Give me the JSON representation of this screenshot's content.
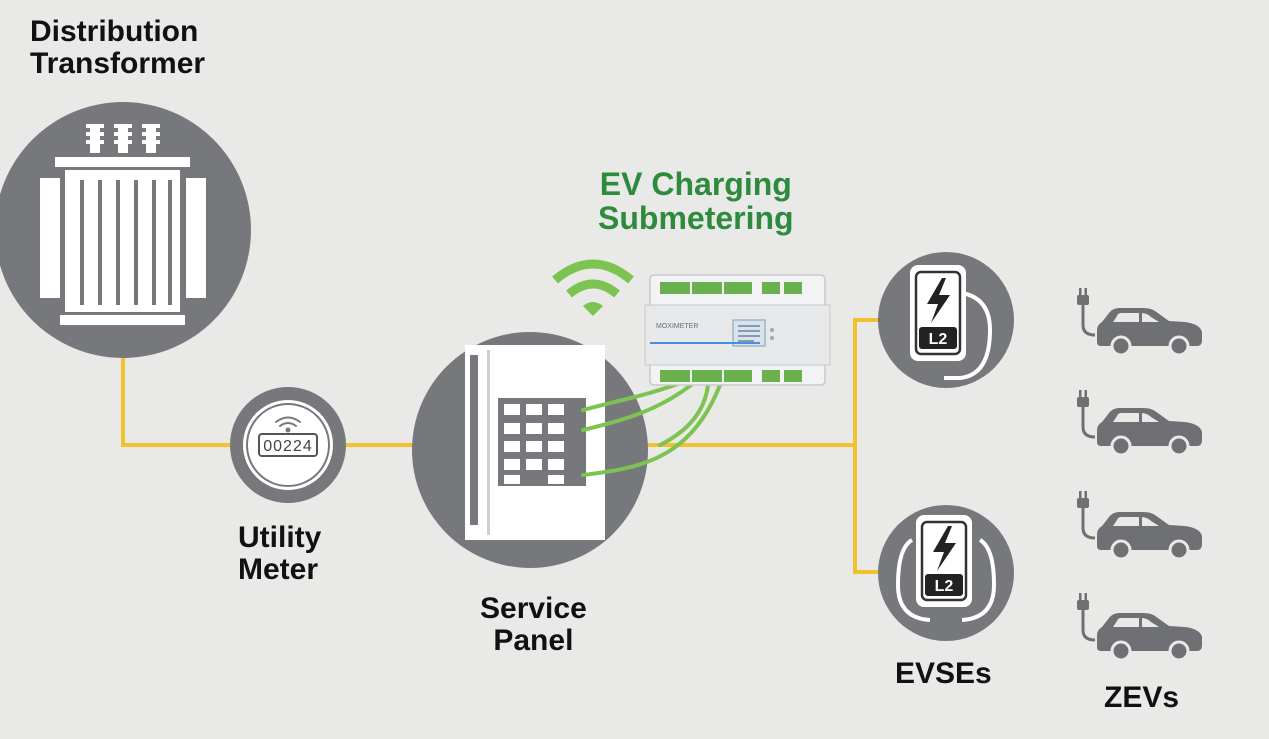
{
  "labels": {
    "transformer": [
      "Distribution",
      "Transformer"
    ],
    "meter": [
      "Utility",
      "Meter"
    ],
    "panel": [
      "Service",
      "Panel"
    ],
    "submeter": [
      "EV Charging",
      "Submetering"
    ],
    "evses": "EVSEs",
    "zevs": "ZEVs"
  },
  "meter_display": "00224",
  "evse_badge": "L2",
  "device_brand": "MOXIMETER",
  "colors": {
    "background": "#e9e9e8",
    "circle": "#76787b",
    "wire": "#f2c12e",
    "signal": "#7dc352",
    "submeter_title": "#2e8b3e",
    "car": "#6f7073"
  },
  "counts": {
    "evses": 2,
    "zevs": 4,
    "breaker_rows": 5
  }
}
